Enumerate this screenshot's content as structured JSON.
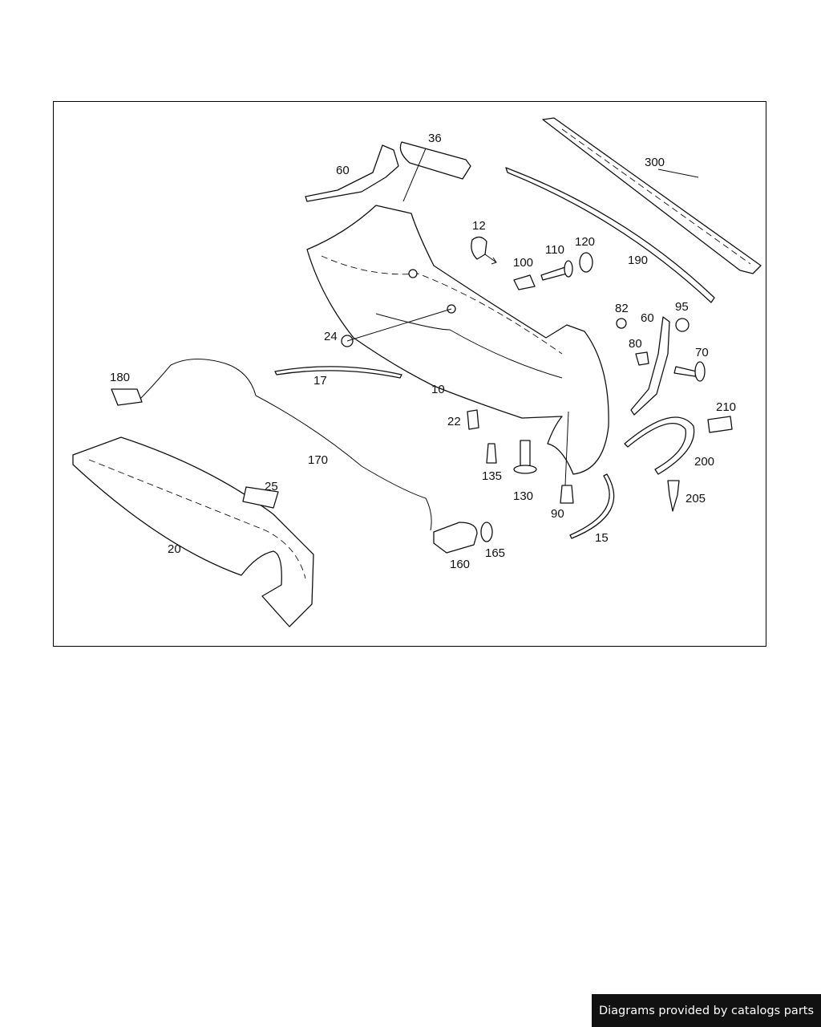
{
  "diagram": {
    "part_labels": {
      "p10": "10",
      "p12": "12",
      "p15": "15",
      "p17": "17",
      "p20": "20",
      "p22": "22",
      "p24": "24",
      "p25": "25",
      "p36": "36",
      "p60a": "60",
      "p60b": "60",
      "p70": "70",
      "p80": "80",
      "p82": "82",
      "p90": "90",
      "p95": "95",
      "p100": "100",
      "p110": "110",
      "p120": "120",
      "p130": "130",
      "p135": "135",
      "p160": "160",
      "p165": "165",
      "p170": "170",
      "p180": "180",
      "p190": "190",
      "p200": "200",
      "p205": "205",
      "p210": "210",
      "p300": "300"
    }
  },
  "footer": {
    "credit": "Diagrams provided by catalogs parts"
  }
}
